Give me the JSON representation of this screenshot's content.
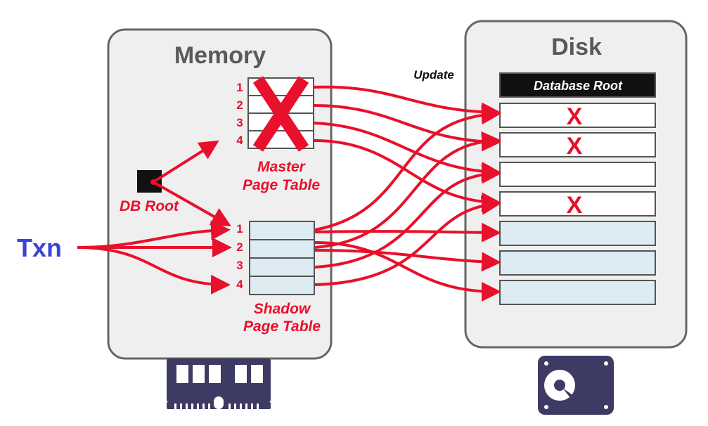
{
  "memory": {
    "title": "Memory",
    "master_table": {
      "label_line1": "Master",
      "label_line2": "Page Table",
      "rows": [
        "1",
        "2",
        "3",
        "4"
      ]
    },
    "shadow_table": {
      "label_line1": "Shadow",
      "label_line2": "Page Table",
      "rows": [
        "1",
        "2",
        "3",
        "4"
      ]
    },
    "db_root_label": "DB Root"
  },
  "disk": {
    "title": "Disk",
    "database_root_label": "Database Root",
    "update_label": "Update",
    "x_mark": "X"
  },
  "txn_label": "Txn",
  "colors": {
    "accent_red": "#e8102b",
    "txn_blue": "#3b44d8",
    "container_fill": "#efefef",
    "container_stroke": "#666666",
    "shadow_fill": "#ddebf3",
    "icon_navy": "#3d3a63"
  },
  "icons": [
    "ram-chip-icon",
    "hard-disk-icon"
  ]
}
